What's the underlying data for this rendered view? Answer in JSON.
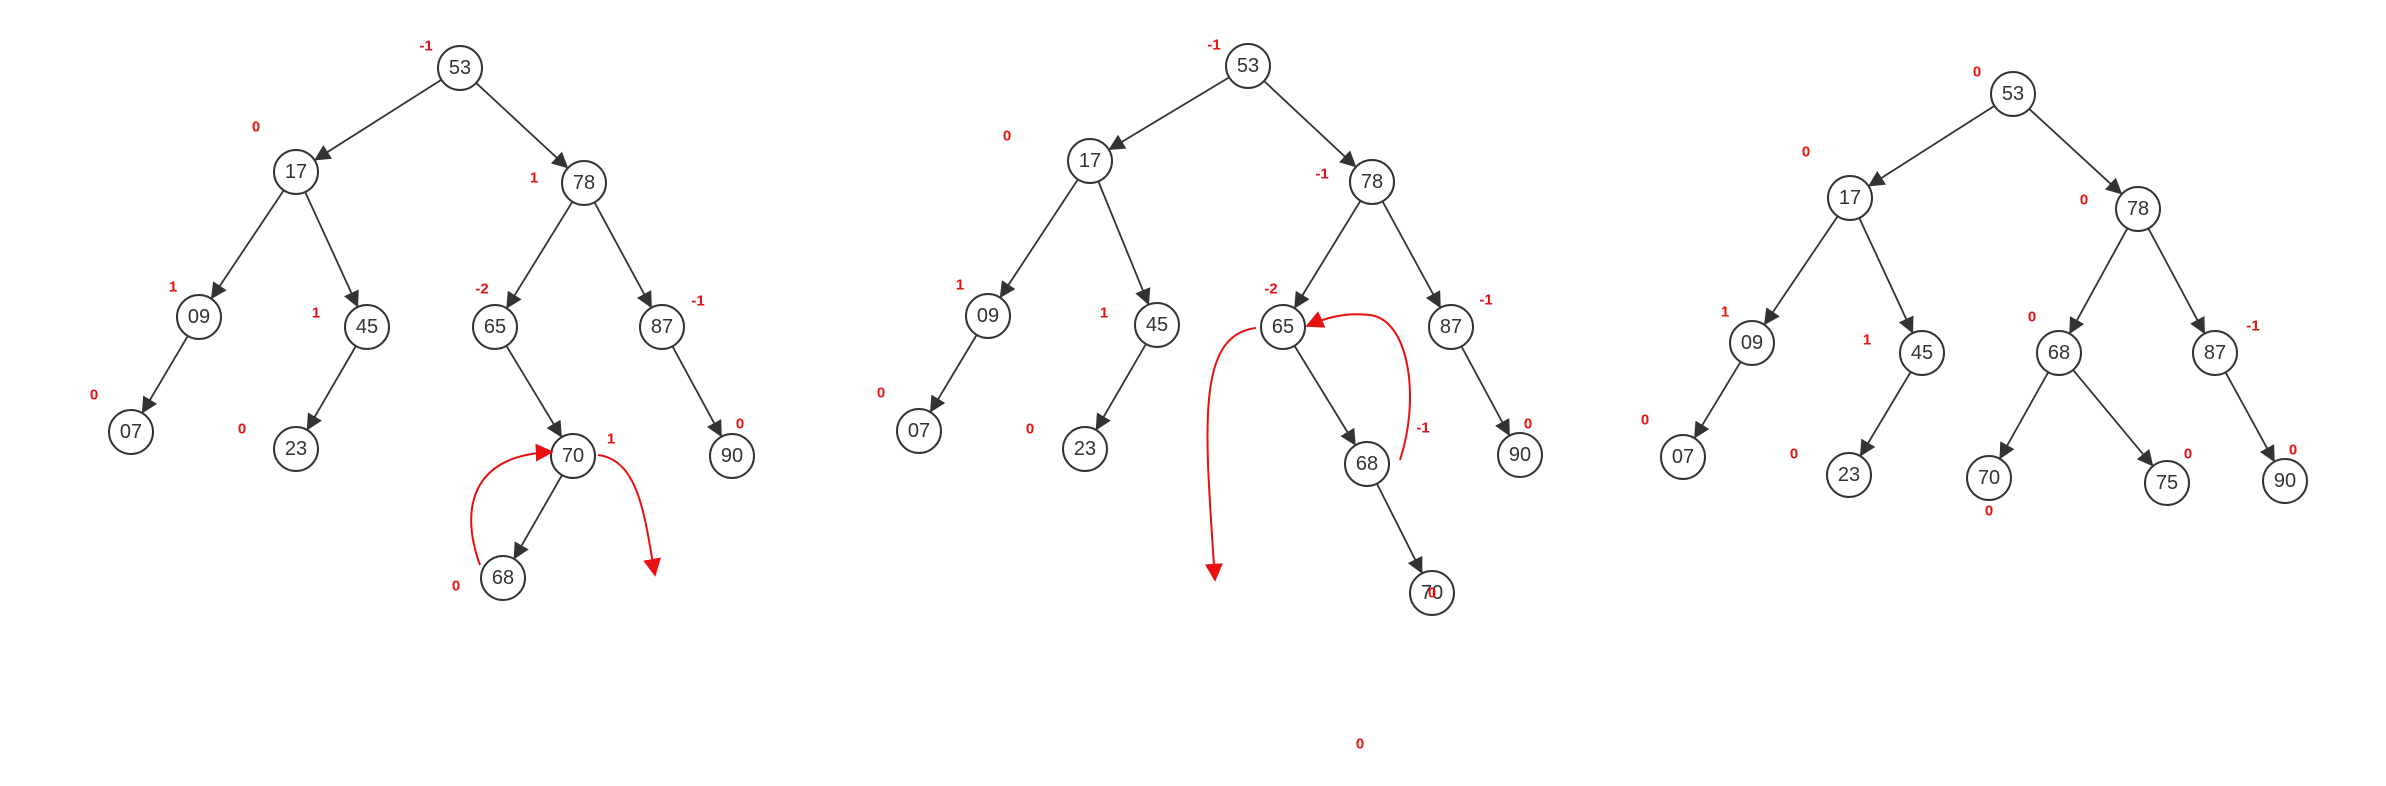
{
  "colors": {
    "node_stroke": "#333333",
    "edge": "#333333",
    "balance_factor": "#e81010",
    "rotation_arrow": "#e81010",
    "background": "#ffffff"
  },
  "panels": [
    {
      "nodes": [
        {
          "id": "n53",
          "label": "53",
          "bf": "-1"
        },
        {
          "id": "n17",
          "label": "17",
          "bf": "0"
        },
        {
          "id": "n78",
          "label": "78",
          "bf": "1"
        },
        {
          "id": "n09",
          "label": "09",
          "bf": "1"
        },
        {
          "id": "n45",
          "label": "45",
          "bf": "1"
        },
        {
          "id": "n65",
          "label": "65",
          "bf": "-2"
        },
        {
          "id": "n87",
          "label": "87",
          "bf": "-1"
        },
        {
          "id": "n07",
          "label": "07",
          "bf": "0"
        },
        {
          "id": "n23",
          "label": "23",
          "bf": "0"
        },
        {
          "id": "n70",
          "label": "70",
          "bf": "1"
        },
        {
          "id": "n90",
          "label": "90",
          "bf": "0"
        },
        {
          "id": "n68",
          "label": "68",
          "bf": "0"
        }
      ],
      "edges": [
        [
          "n53",
          "n17"
        ],
        [
          "n53",
          "n78"
        ],
        [
          "n17",
          "n09"
        ],
        [
          "n17",
          "n45"
        ],
        [
          "n78",
          "n65"
        ],
        [
          "n78",
          "n87"
        ],
        [
          "n09",
          "n07"
        ],
        [
          "n45",
          "n23"
        ],
        [
          "n65",
          "n70"
        ],
        [
          "n87",
          "n90"
        ],
        [
          "n70",
          "n68"
        ]
      ],
      "rotation_arrows": [
        "p1-rot-left",
        "p1-rot-right"
      ]
    },
    {
      "nodes": [
        {
          "id": "n53",
          "label": "53",
          "bf": "-1"
        },
        {
          "id": "n17",
          "label": "17",
          "bf": "0"
        },
        {
          "id": "n78",
          "label": "78",
          "bf": "-1"
        },
        {
          "id": "n09",
          "label": "09",
          "bf": "1"
        },
        {
          "id": "n45",
          "label": "45",
          "bf": "1"
        },
        {
          "id": "n65",
          "label": "65",
          "bf": "-2"
        },
        {
          "id": "n87",
          "label": "87",
          "bf": "-1"
        },
        {
          "id": "n07",
          "label": "07",
          "bf": "0"
        },
        {
          "id": "n23",
          "label": "23",
          "bf": "0"
        },
        {
          "id": "n68",
          "label": "68",
          "bf": "-1"
        },
        {
          "id": "n90",
          "label": "90",
          "bf": "0"
        },
        {
          "id": "n70",
          "label": "70",
          "bf": "0"
        }
      ],
      "edges": [
        [
          "n53",
          "n17"
        ],
        [
          "n53",
          "n78"
        ],
        [
          "n17",
          "n09"
        ],
        [
          "n17",
          "n45"
        ],
        [
          "n78",
          "n65"
        ],
        [
          "n78",
          "n87"
        ],
        [
          "n09",
          "n07"
        ],
        [
          "n45",
          "n23"
        ],
        [
          "n65",
          "n68"
        ],
        [
          "n87",
          "n90"
        ],
        [
          "n68",
          "n70"
        ]
      ],
      "rotation_arrows": [
        "p2-rot-top",
        "p2-rot-down"
      ]
    },
    {
      "nodes": [
        {
          "id": "n53",
          "label": "53",
          "bf": "0"
        },
        {
          "id": "n17",
          "label": "17",
          "bf": "0"
        },
        {
          "id": "n78",
          "label": "78",
          "bf": "0"
        },
        {
          "id": "n09",
          "label": "09",
          "bf": "1"
        },
        {
          "id": "n45",
          "label": "45",
          "bf": "1"
        },
        {
          "id": "n68",
          "label": "68",
          "bf": "0"
        },
        {
          "id": "n87",
          "label": "87",
          "bf": "-1"
        },
        {
          "id": "n07",
          "label": "07",
          "bf": "0"
        },
        {
          "id": "n23",
          "label": "23",
          "bf": "0"
        },
        {
          "id": "n70",
          "label": "70",
          "bf": "0"
        },
        {
          "id": "n75",
          "label": "75",
          "bf": "0"
        },
        {
          "id": "n90",
          "label": "90",
          "bf": "0"
        }
      ],
      "edges": [
        [
          "n53",
          "n17"
        ],
        [
          "n53",
          "n78"
        ],
        [
          "n17",
          "n09"
        ],
        [
          "n17",
          "n45"
        ],
        [
          "n78",
          "n68"
        ],
        [
          "n78",
          "n87"
        ],
        [
          "n09",
          "n07"
        ],
        [
          "n45",
          "n23"
        ],
        [
          "n68",
          "n70"
        ],
        [
          "n68",
          "n75"
        ],
        [
          "n87",
          "n90"
        ]
      ],
      "rotation_arrows": []
    }
  ]
}
